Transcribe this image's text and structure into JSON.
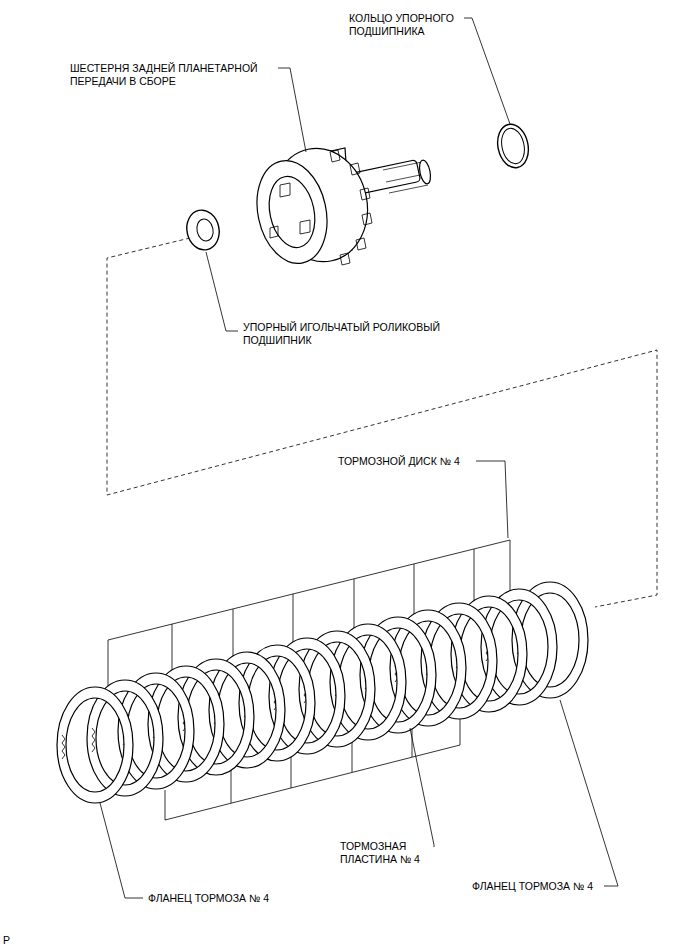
{
  "diagram": {
    "labels": [
      "КОЛЬЦО УПОРНОГО ПОДШИПНИКА",
      "ШЕСТЕРНЯ ЗАДНЕЙ ПЛАНЕТАРНОЙ ПЕРЕДАЧИ В СБОРЕ",
      "УПОРНЫЙ ИГОЛЬЧАТЫЙ РОЛИКОВЫЙ ПОДШИПНИК",
      "ТОРМОЗНОЙ ДИСК № 4",
      "ТОРМОЗНАЯ ПЛАСТИНА № 4",
      "ФЛАНЕЦ ТОРМОЗА № 4",
      "ФЛАНЕЦ ТОРМОЗА № 4",
      "P"
    ]
  }
}
